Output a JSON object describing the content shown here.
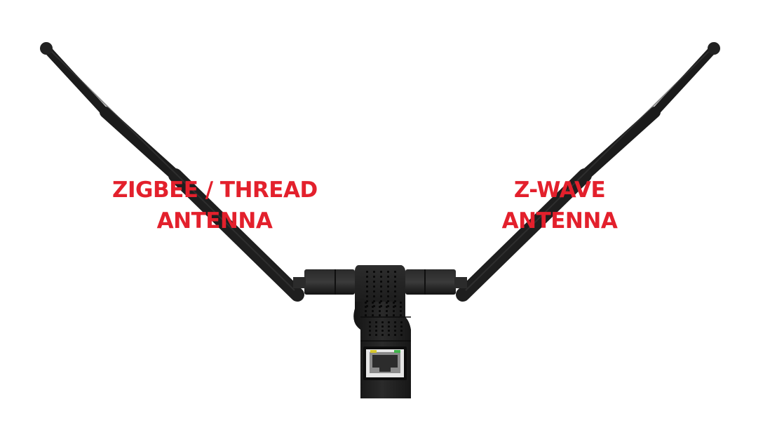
{
  "labels": {
    "left": {
      "line1": "ZIGBEE / THREAD",
      "line2": "ANTENNA"
    },
    "right": {
      "line1": "Z-WAVE",
      "line2": "ANTENNA"
    }
  },
  "colors": {
    "label_text": "#e3202c",
    "device_body": "#1f1f1f",
    "antenna": "#1a1a1a",
    "background": "#ffffff",
    "led_left": "#d6c62a",
    "led_right": "#3fb34a"
  },
  "icons": {
    "port": "ethernet-port-icon"
  }
}
